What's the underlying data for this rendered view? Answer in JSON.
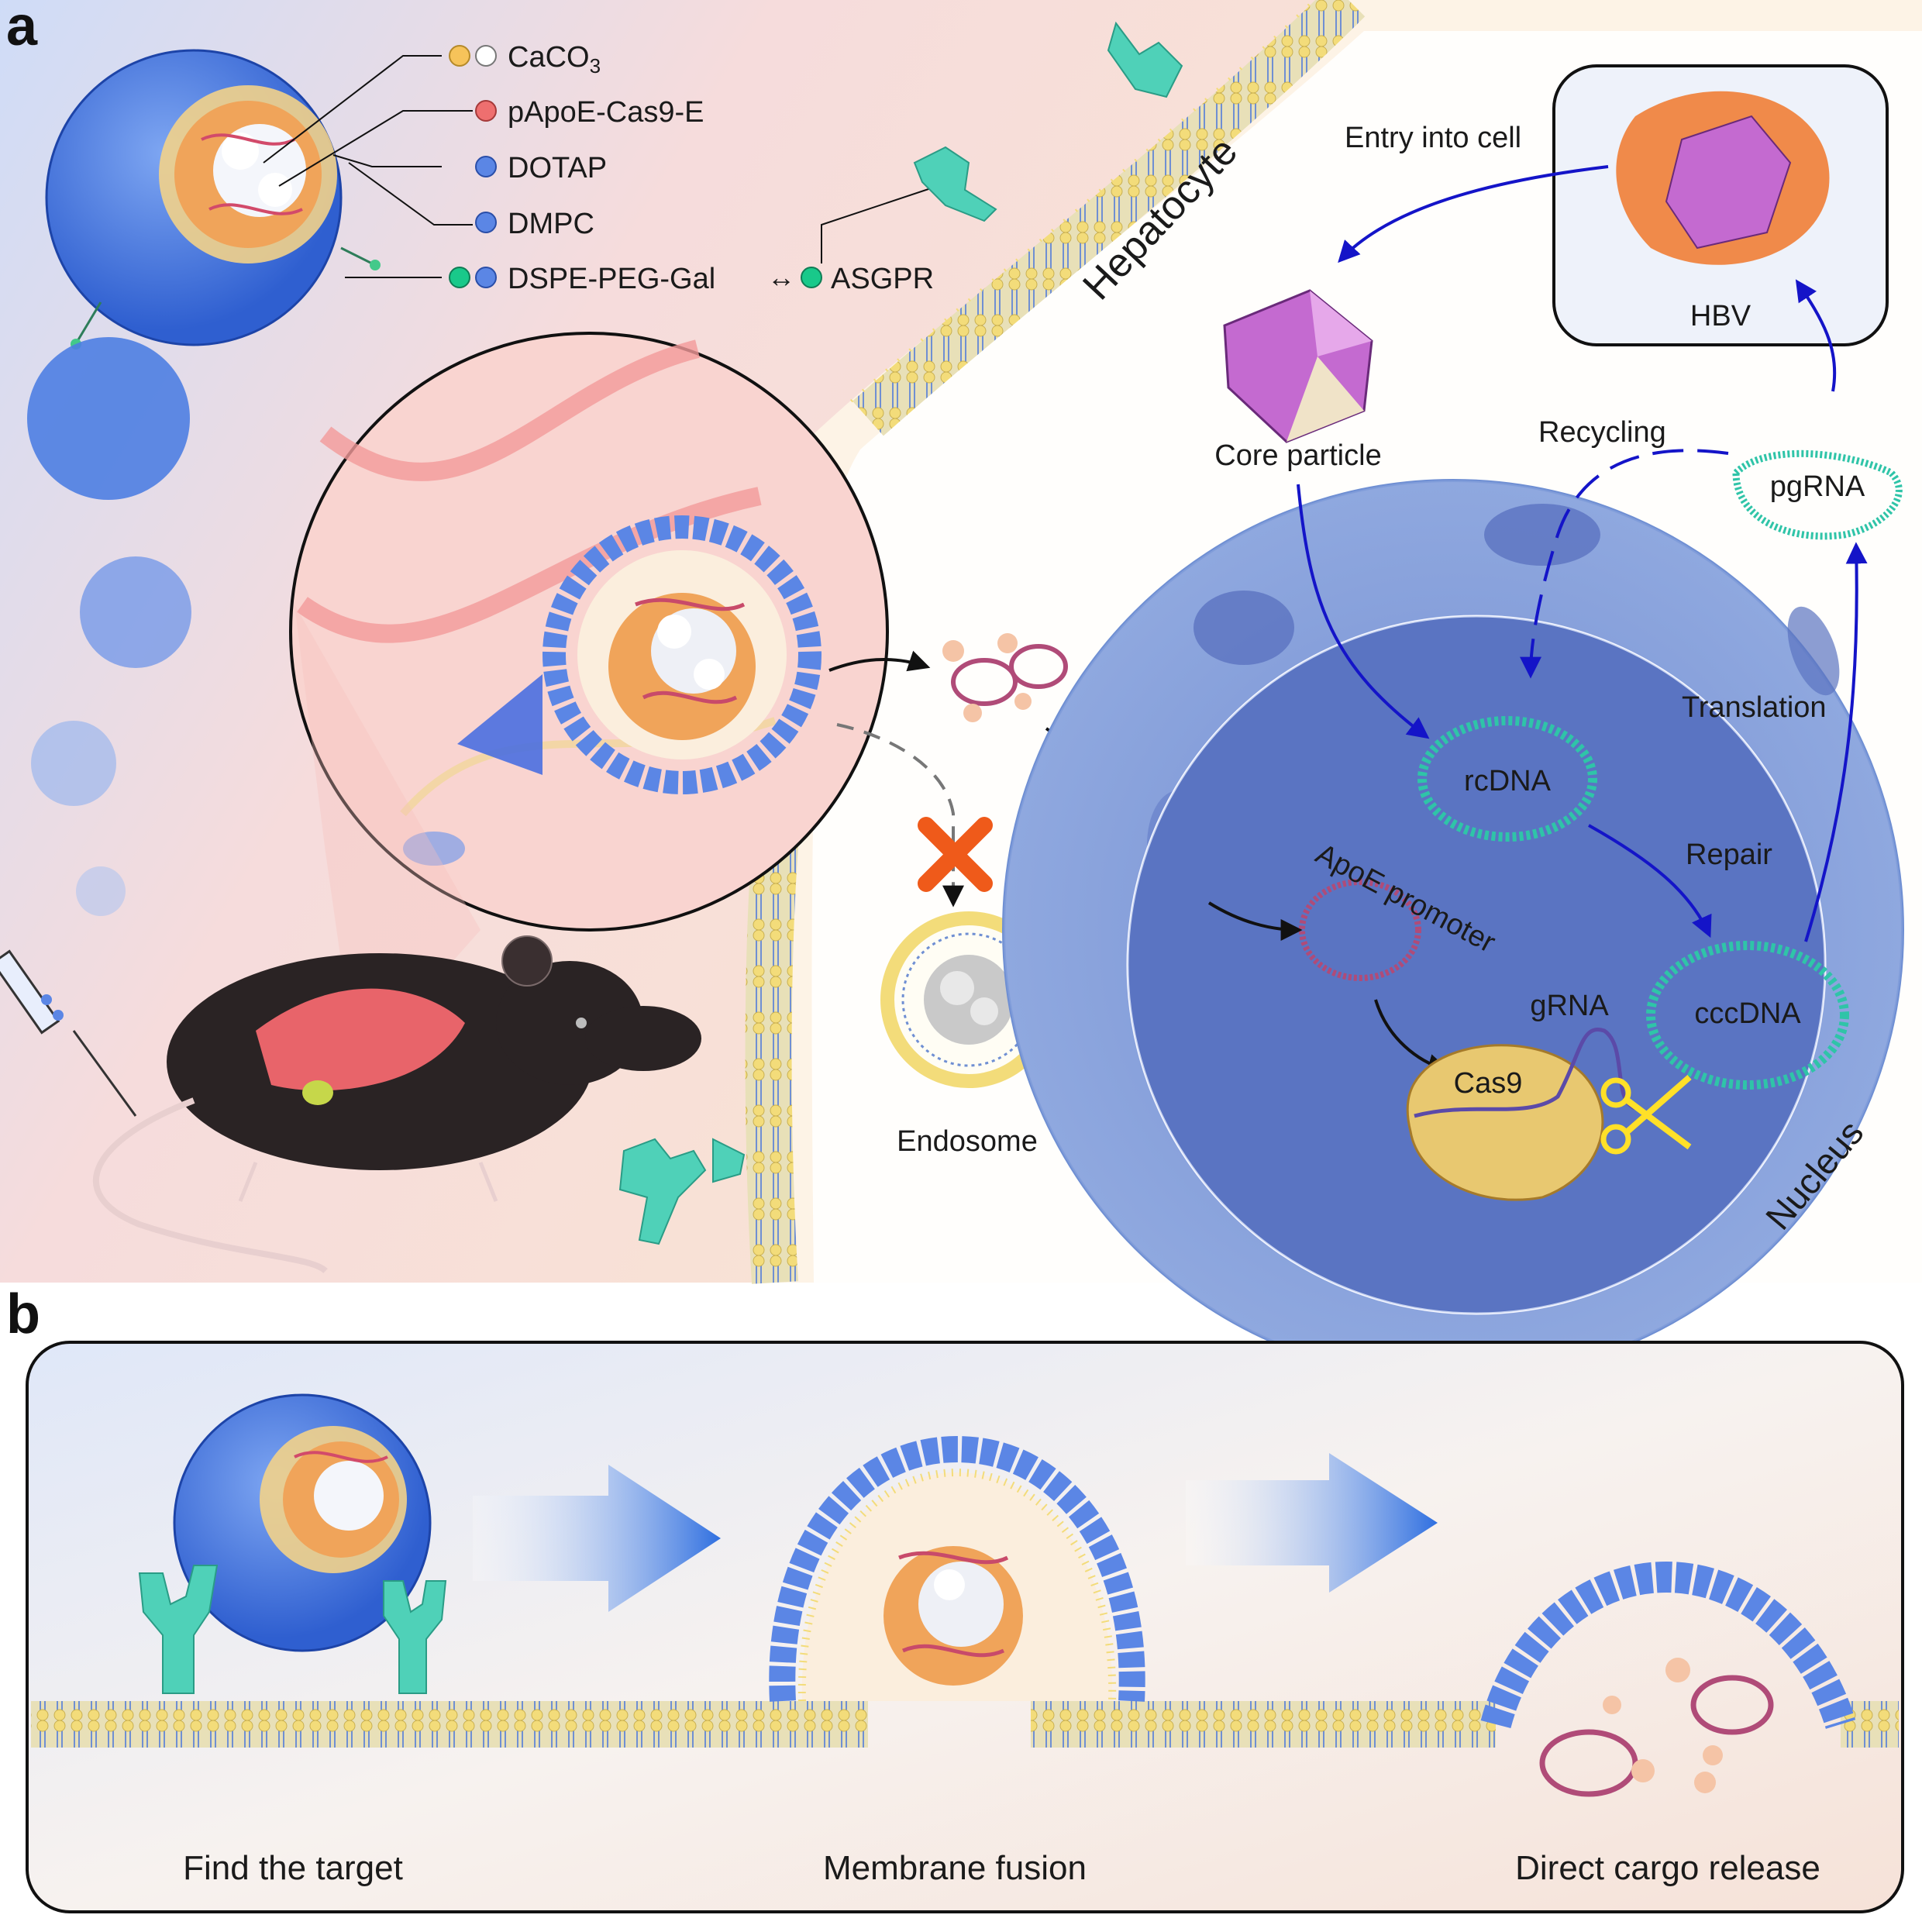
{
  "panel_a": {
    "letter": "a",
    "legend": {
      "caco3": "CaCO",
      "caco3_sub": "3",
      "plasmid": "pApoE-Cas9-E",
      "dotap": "DOTAP",
      "dmpc": "DMPC",
      "dspe": "DSPE-PEG-Gal",
      "asgpr": "ASGPR"
    },
    "hepatocyte": "Hepatocyte",
    "endosome": "Endosome",
    "nucleus": "Nucleus",
    "hbv_cycle": {
      "hbv": "HBV",
      "entry": "Entry into cell",
      "core_particle": "Core particle",
      "recycling": "Recycling",
      "pgrna": "pgRNA",
      "translation": "Translation",
      "rcdna": "rcDNA",
      "repair": "Repair",
      "cccdna": "cccDNA",
      "apoe_promoter": "ApoE promoter",
      "grna": "gRNA",
      "cas9": "Cas9"
    }
  },
  "panel_b": {
    "letter": "b",
    "steps": [
      "Find the target",
      "Membrane fusion",
      "Direct cargo release"
    ]
  },
  "colors": {
    "lipid_head": "#5b86e5",
    "membrane_head": "#f3dc7a",
    "receptor": "#4fd1b8",
    "arrow_blue": "#1414c8",
    "nucleus": "#6f8fd3",
    "cross": "#ef5a1a"
  }
}
